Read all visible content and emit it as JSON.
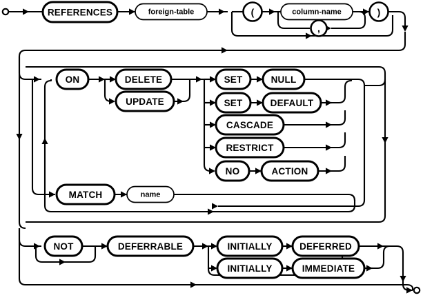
{
  "diagram": {
    "kind": "railroad-syntax-diagram",
    "title": "REFERENCES clause",
    "colors": {
      "line": "#000000",
      "background": "#ffffff",
      "text": "#000000"
    },
    "start_marker": "start-circle",
    "end_marker": "end-circle",
    "nodes": {
      "references": {
        "label": "REFERENCES",
        "type": "terminal"
      },
      "foreign_table": {
        "label": "foreign-table",
        "type": "nonterminal"
      },
      "lparen": {
        "label": "(",
        "type": "terminal-punct"
      },
      "column_name": {
        "label": "column-name",
        "type": "nonterminal"
      },
      "comma": {
        "label": ",",
        "type": "terminal-punct"
      },
      "rparen": {
        "label": ")",
        "type": "terminal-punct"
      },
      "on": {
        "label": "ON",
        "type": "terminal"
      },
      "delete": {
        "label": "DELETE",
        "type": "terminal"
      },
      "update": {
        "label": "UPDATE",
        "type": "terminal"
      },
      "set1": {
        "label": "SET",
        "type": "terminal"
      },
      "null": {
        "label": "NULL",
        "type": "terminal"
      },
      "set2": {
        "label": "SET",
        "type": "terminal"
      },
      "default": {
        "label": "DEFAULT",
        "type": "terminal"
      },
      "cascade": {
        "label": "CASCADE",
        "type": "terminal"
      },
      "restrict": {
        "label": "RESTRICT",
        "type": "terminal"
      },
      "no": {
        "label": "NO",
        "type": "terminal"
      },
      "action": {
        "label": "ACTION",
        "type": "terminal"
      },
      "match": {
        "label": "MATCH",
        "type": "terminal"
      },
      "name": {
        "label": "name",
        "type": "nonterminal"
      },
      "not": {
        "label": "NOT",
        "type": "terminal"
      },
      "deferrable": {
        "label": "DEFERRABLE",
        "type": "terminal"
      },
      "initially1": {
        "label": "INITIALLY",
        "type": "terminal"
      },
      "deferred": {
        "label": "DEFERRED",
        "type": "terminal"
      },
      "initially2": {
        "label": "INITIALLY",
        "type": "terminal"
      },
      "immediate": {
        "label": "IMMEDIATE",
        "type": "terminal"
      }
    }
  }
}
